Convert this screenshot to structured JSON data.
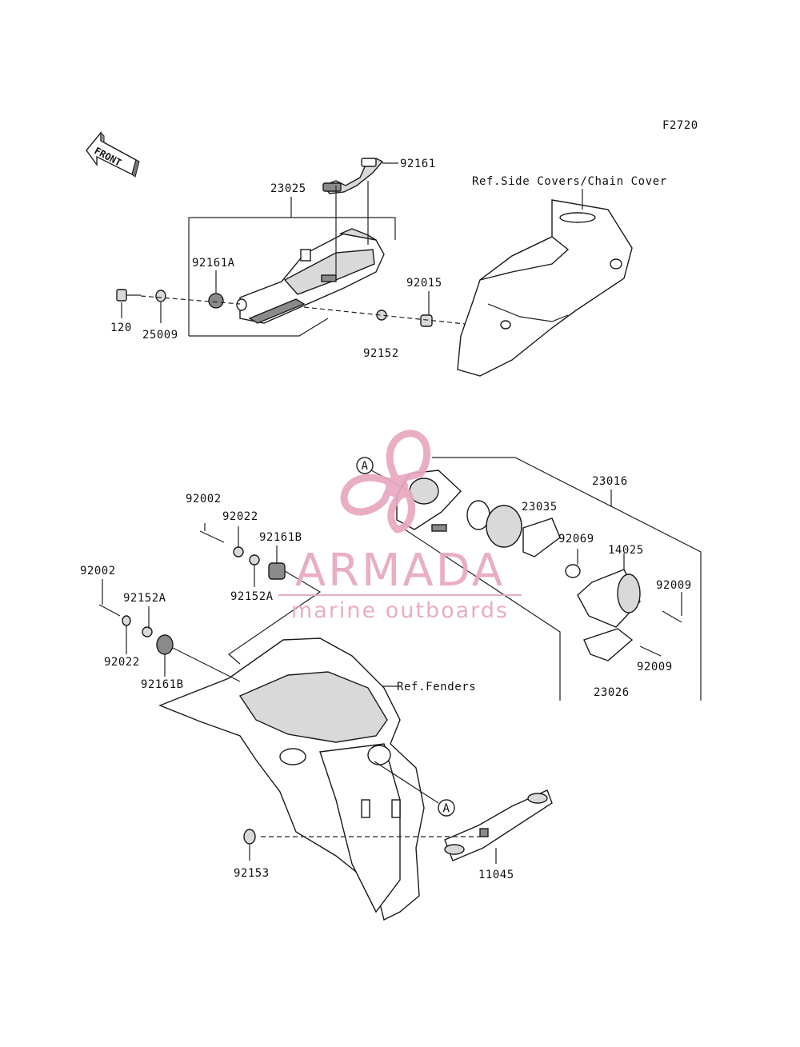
{
  "figure_code": "F2720",
  "front_label": "FRONT",
  "callouts": {
    "p92161": "92161",
    "p23025": "23025",
    "p92161A": "92161A",
    "p120": "120",
    "p25009": "25009",
    "p92015": "92015",
    "p92152": "92152",
    "p23016": "23016",
    "p23035": "23035",
    "p92069": "92069",
    "p14025": "14025",
    "p92009a": "92009",
    "p92009b": "92009",
    "p23026": "23026",
    "p92002a": "92002",
    "p92022a": "92022",
    "p92161Ba": "92161B",
    "p92152Aa": "92152A",
    "p92002b": "92002",
    "p92152Ab": "92152A",
    "p92022b": "92022",
    "p92161Bb": "92161B",
    "p92153": "92153",
    "p11045": "11045"
  },
  "references": {
    "side_covers": "Ref.Side Covers/Chain Cover",
    "fenders": "Ref.Fenders"
  },
  "markers": {
    "a1": "A",
    "a2": "A"
  },
  "watermark": {
    "brand": "ARMADA",
    "tagline": "marine outboards",
    "color": "#e8a7c0"
  }
}
